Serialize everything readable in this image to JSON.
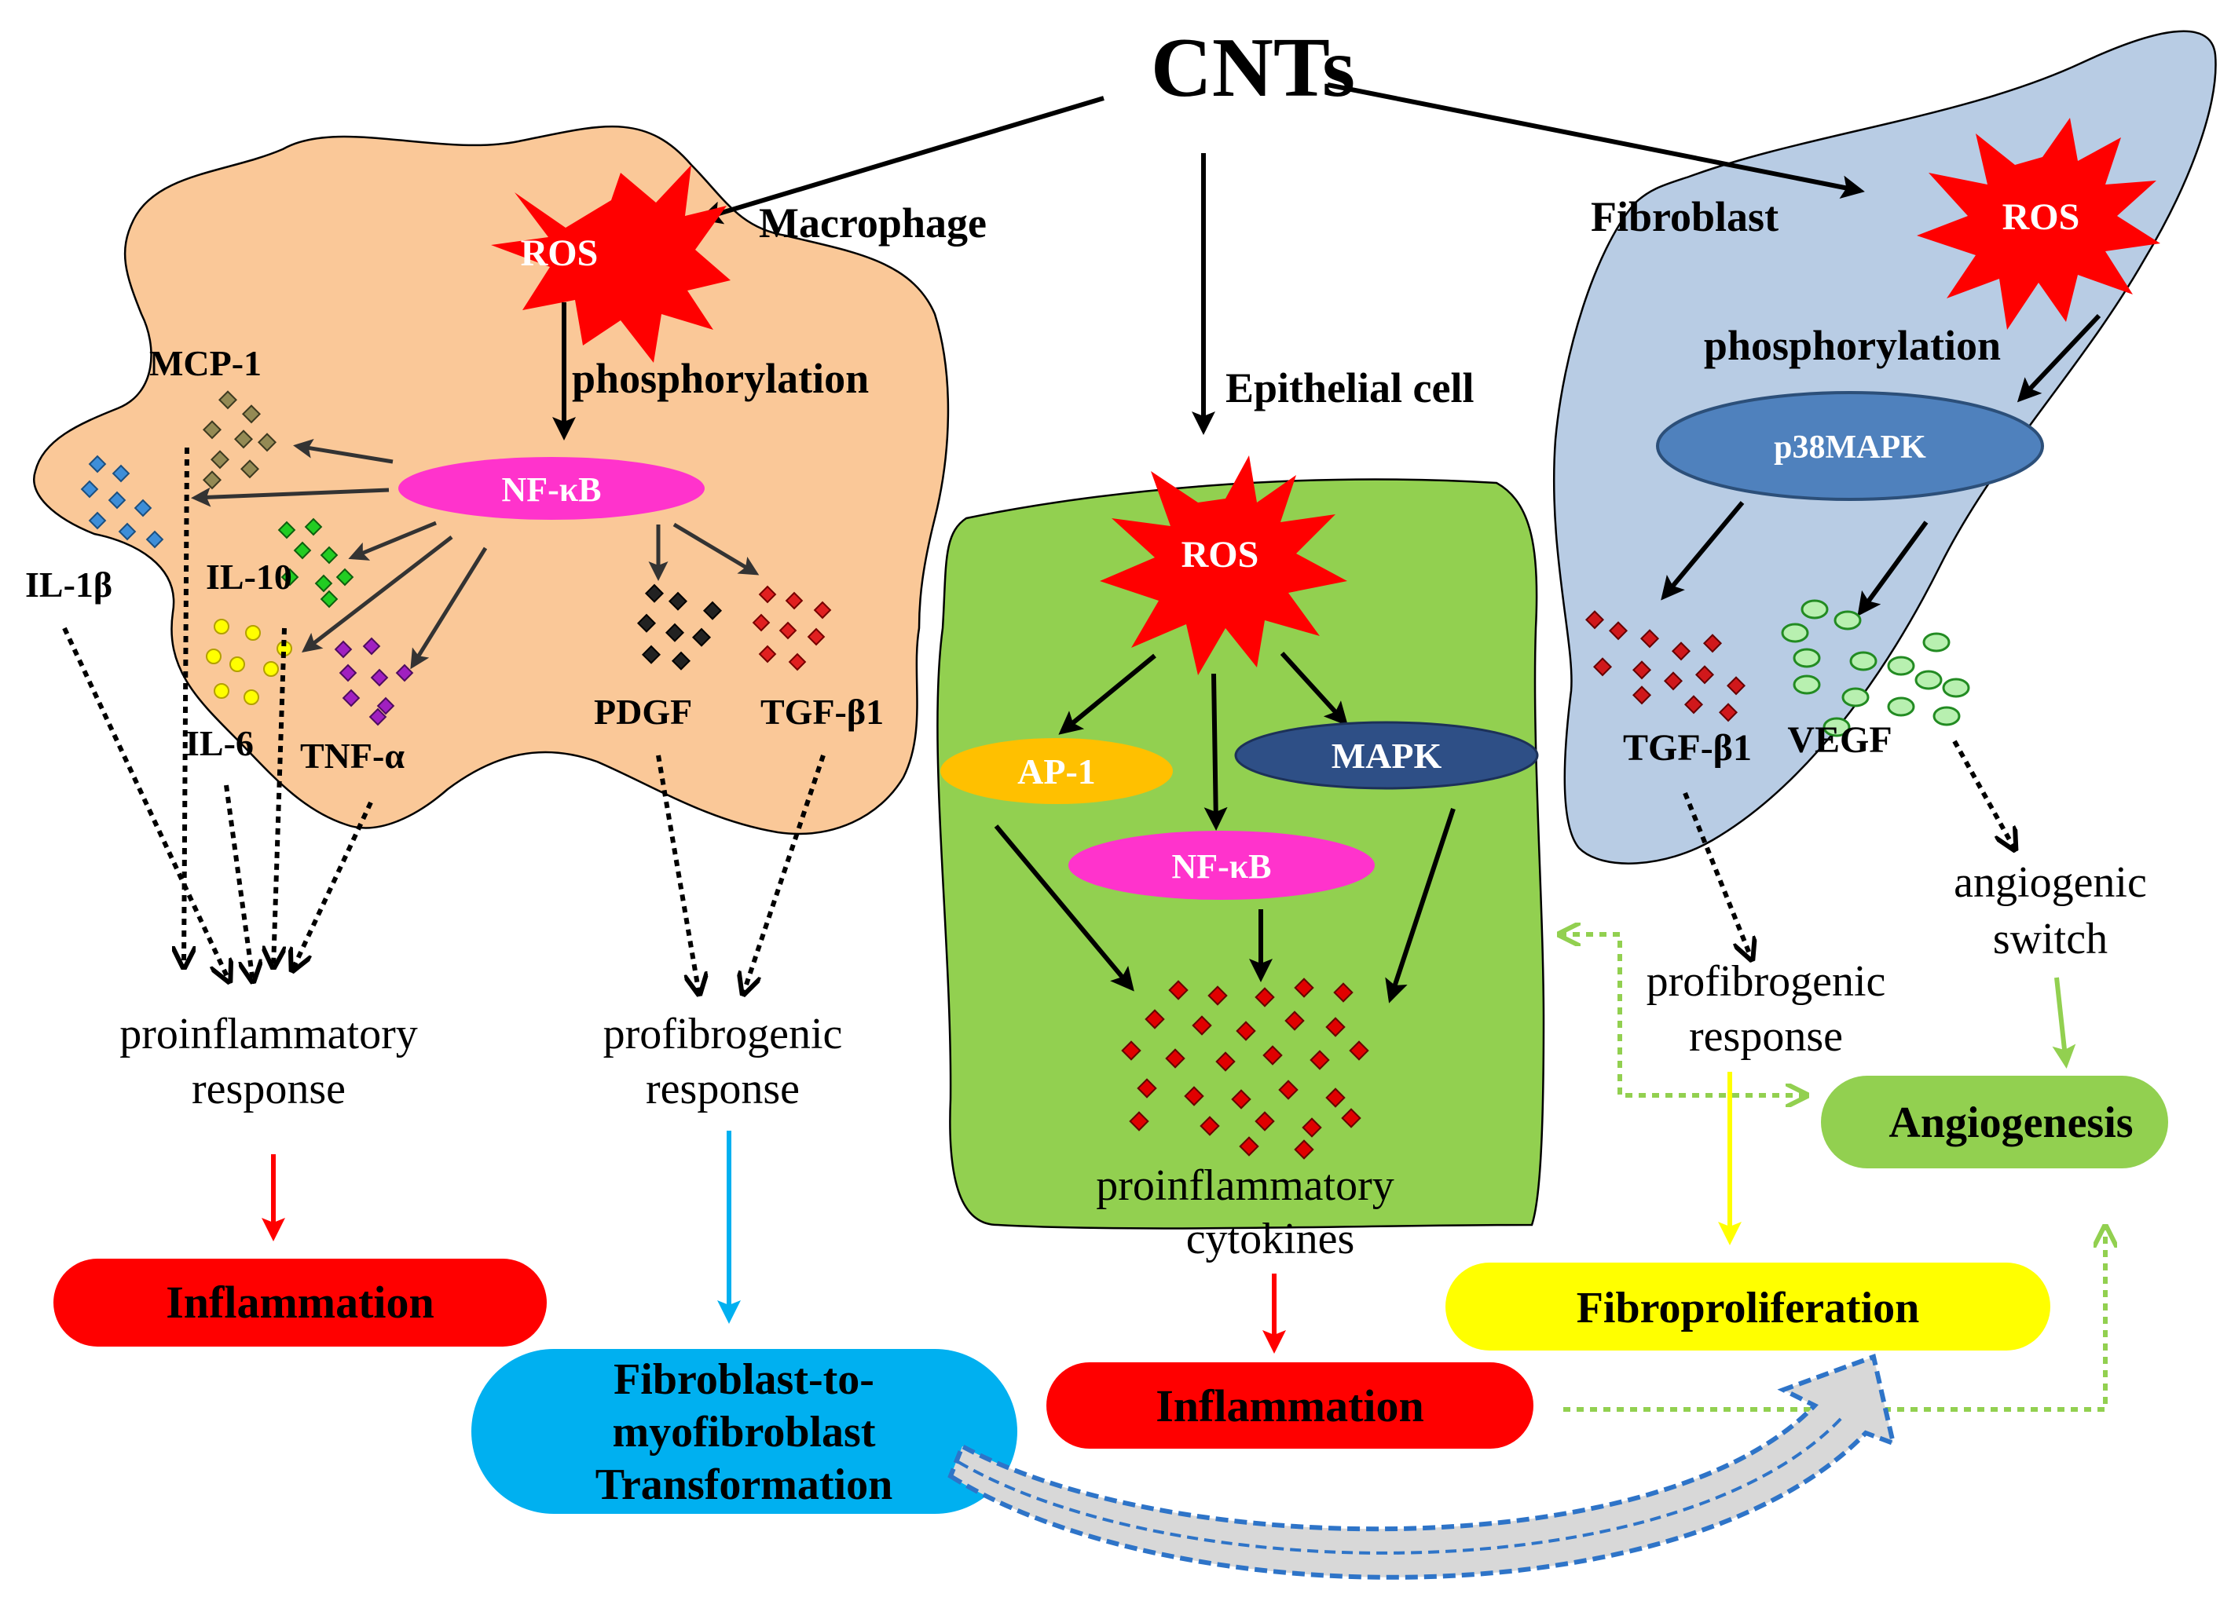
{
  "title": "CNTs",
  "cells": {
    "macrophage": "Macrophage",
    "epithelial": "Epithelial cell",
    "fibroblast": "Fibroblast"
  },
  "macrophage": {
    "ros": "ROS",
    "phosphorylation": "phosphorylation",
    "nfkb": "NF-κB",
    "mcp1": "MCP-1",
    "il1b": "IL-1β",
    "il10": "IL-10",
    "il6": "IL-6",
    "tnfa": "TNF-α",
    "pdgf": "PDGF",
    "tgfb1": "TGF-β1",
    "proinflammatory_l1": "proinflammatory",
    "proinflammatory_l2": "response",
    "profibrogenic_l1": "profibrogenic",
    "profibrogenic_l2": "response",
    "inflammation": "Inflammation",
    "fmt_l1": "Fibroblast-to-",
    "fmt_l2": "myofibroblast",
    "fmt_l3": "Transformation"
  },
  "epithelial": {
    "ros": "ROS",
    "ap1": "AP-1",
    "mapk": "MAPK",
    "nfkb": "NF-κB",
    "cytokines_l1": "proinflammatory",
    "cytokines_l2": "cytokines",
    "inflammation": "Inflammation"
  },
  "fibroblast": {
    "ros": "ROS",
    "phosphorylation": "phosphorylation",
    "p38mapk": "p38MAPK",
    "tgfb1": "TGF-β1",
    "vegf": "VEGF",
    "profibrogenic_l1": "profibrogenic",
    "profibrogenic_l2": "response",
    "angio_switch_l1": "angiogenic",
    "angio_switch_l2": "switch",
    "angiogenesis": "Angiogenesis",
    "fibroproliferation": "Fibroproliferation"
  },
  "colors": {
    "macrophage_fill": "#FAC898",
    "epithelial_fill": "#92D050",
    "fibroblast_fill": "#B8CCE4",
    "ros": "#FF0000",
    "nfkb": "#FF33CC",
    "ap1": "#FFC000",
    "mapk": "#2E4F86",
    "p38mapk": "#4F81BD",
    "inflammation": "#FF0000",
    "fmt": "#00B0F0",
    "fibroproliferation": "#FFFF00",
    "angiogenesis": "#92D050"
  }
}
